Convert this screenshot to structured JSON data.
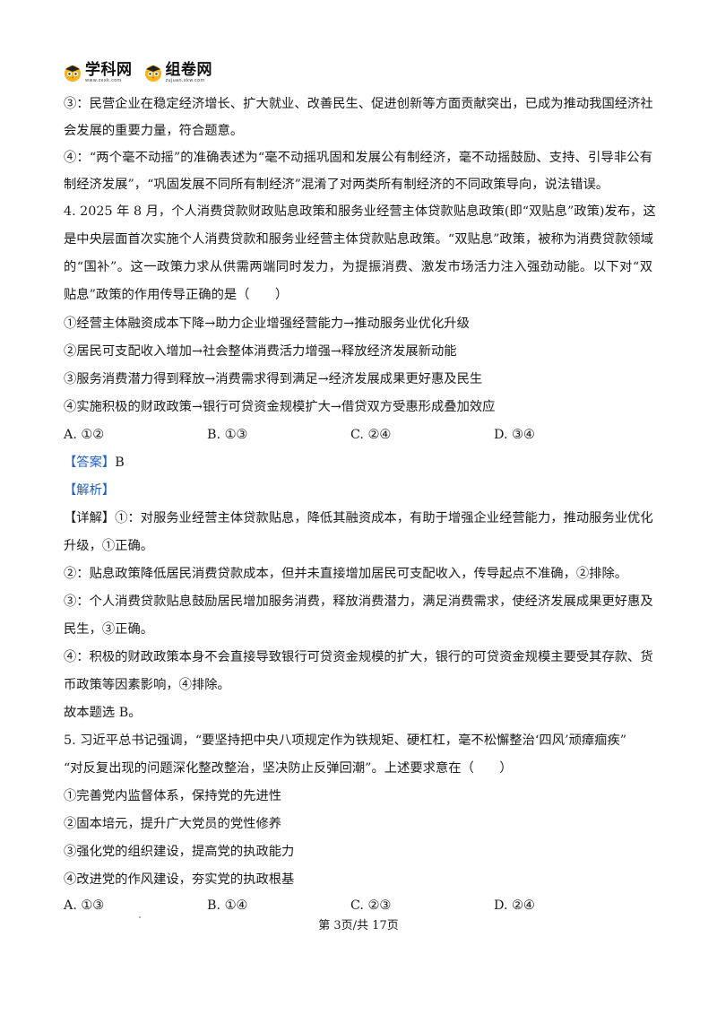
{
  "header": {
    "logo1": {
      "text": "学科网",
      "sub": "www.zxxk.com"
    },
    "logo2": {
      "text": "组卷网",
      "sub": "zujuan.xkw.com"
    }
  },
  "lines": [
    "③：民营企业在稳定经济增长、扩大就业、改善民生、促进创新等方面贡献突出，已成为推动我国经济社",
    "会发展的重要力量，符合题意。",
    "④：“两个毫不动摇”的准确表述为“毫不动摇巩固和发展公有制经济，毫不动摇鼓励、支持、引导非公有",
    "制经济发展”，“巩固发展不同所有制经济”混淆了对两类所有制经济的不同政策导向，说法错误。",
    "4. 2025 年 8 月，个人消费贷款财政贴息政策和服务业经营主体贷款贴息政策(即“双贴息”政策)发布，这",
    "是中央层面首次实施个人消费贷款和服务业经营主体贷款贴息政策。“双贴息”政策，被称为消费贷款领域",
    "的“国补”。这一政策力求从供需两端同时发力，为提振消费、激发市场活力注入强劲动能。以下对“双",
    "贴息”政策的作用传导正确的是（　　）",
    "①经营主体融资成本下降→助力企业增强经营能力→推动服务业优化升级",
    "②居民可支配收入增加→社会整体消费活力增强→释放经济发展新动能",
    "③服务消费潜力得到释放→消费需求得到满足→经济发展成果更好惠及民生",
    "④实施积极的财政政策→银行可贷资金规模扩大→借贷双方受惠形成叠加效应",
    "【详解】①：对服务业经营主体贷款贴息，降低其融资成本，有助于增强企业经营能力，推动服务业优化",
    "升级，①正确。",
    "②：贴息政策降低居民消费贷款成本，但并未直接增加居民可支配收入，传导起点不准确，②排除。",
    "③：个人消费贷款贴息鼓励居民增加服务消费，释放消费潜力，满足消费需求，使经济发展成果更好惠及",
    "民生，③正确。",
    "④：积极的财政政策本身不会直接导致银行可贷资金规模的扩大，银行的可贷资金规模主要受其存款、货",
    "币政策等因素影响，④排除。",
    "故本题选 B。",
    "5. 习近平总书记强调，“要坚持把中央八项规定作为铁规矩、硬杠杠，毫不松懈整治‘四风’顽瘴痼疾”",
    "“对反复出现的问题深化整改整治，坚决防止反弹回潮”。上述要求意在（　　）",
    "①完善党内监督体系，保持党的先进性",
    "②固本培元，提升广大党员的党性修养",
    "③强化党的组织建设，提高党的执政能力",
    "④改进党的作风建设，夯实党的执政根基"
  ],
  "q4_options": [
    "A. ①②",
    "B. ①③",
    "C. ②④",
    "D. ③④"
  ],
  "answer_label": "【答案】",
  "answer_value": "B",
  "analysis_label": "【解析】",
  "q5_options": [
    "A. ①③",
    "B. ①④",
    "C. ②③",
    "D. ②④"
  ],
  "footer": "第 3页/共 17页",
  "colors": {
    "label_blue": "#1f5fbf",
    "text": "#1a1a1a"
  }
}
